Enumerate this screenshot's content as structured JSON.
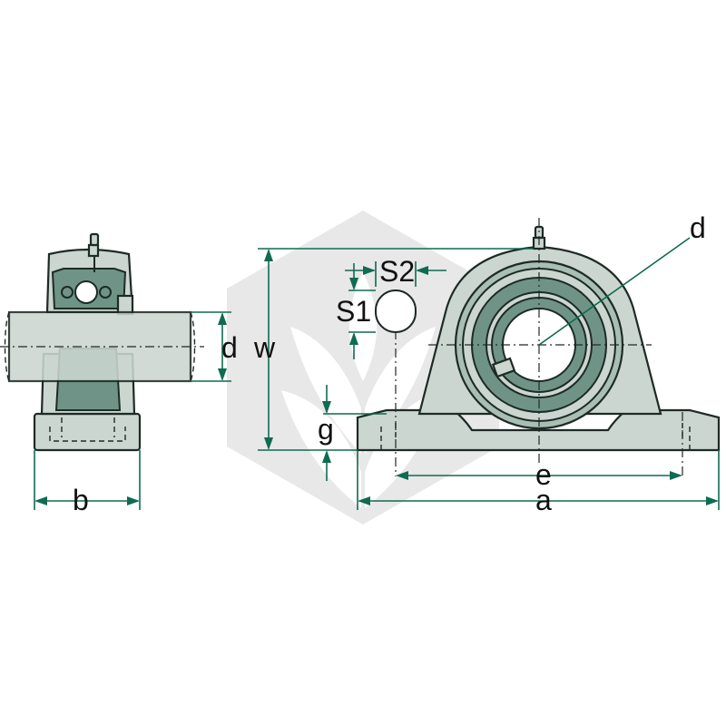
{
  "diagram": {
    "labels": {
      "d_side": "d",
      "b": "b",
      "w": "w",
      "s1": "S1",
      "s2": "S2",
      "g": "g",
      "d_front": "d",
      "e": "e",
      "a": "a"
    },
    "colors": {
      "dimension": "#0f6b52",
      "housing": "#cbd6d0",
      "housing_dark": "#6f9487",
      "outline": "#1e2a25",
      "watermark": "#d9d9d9"
    }
  }
}
